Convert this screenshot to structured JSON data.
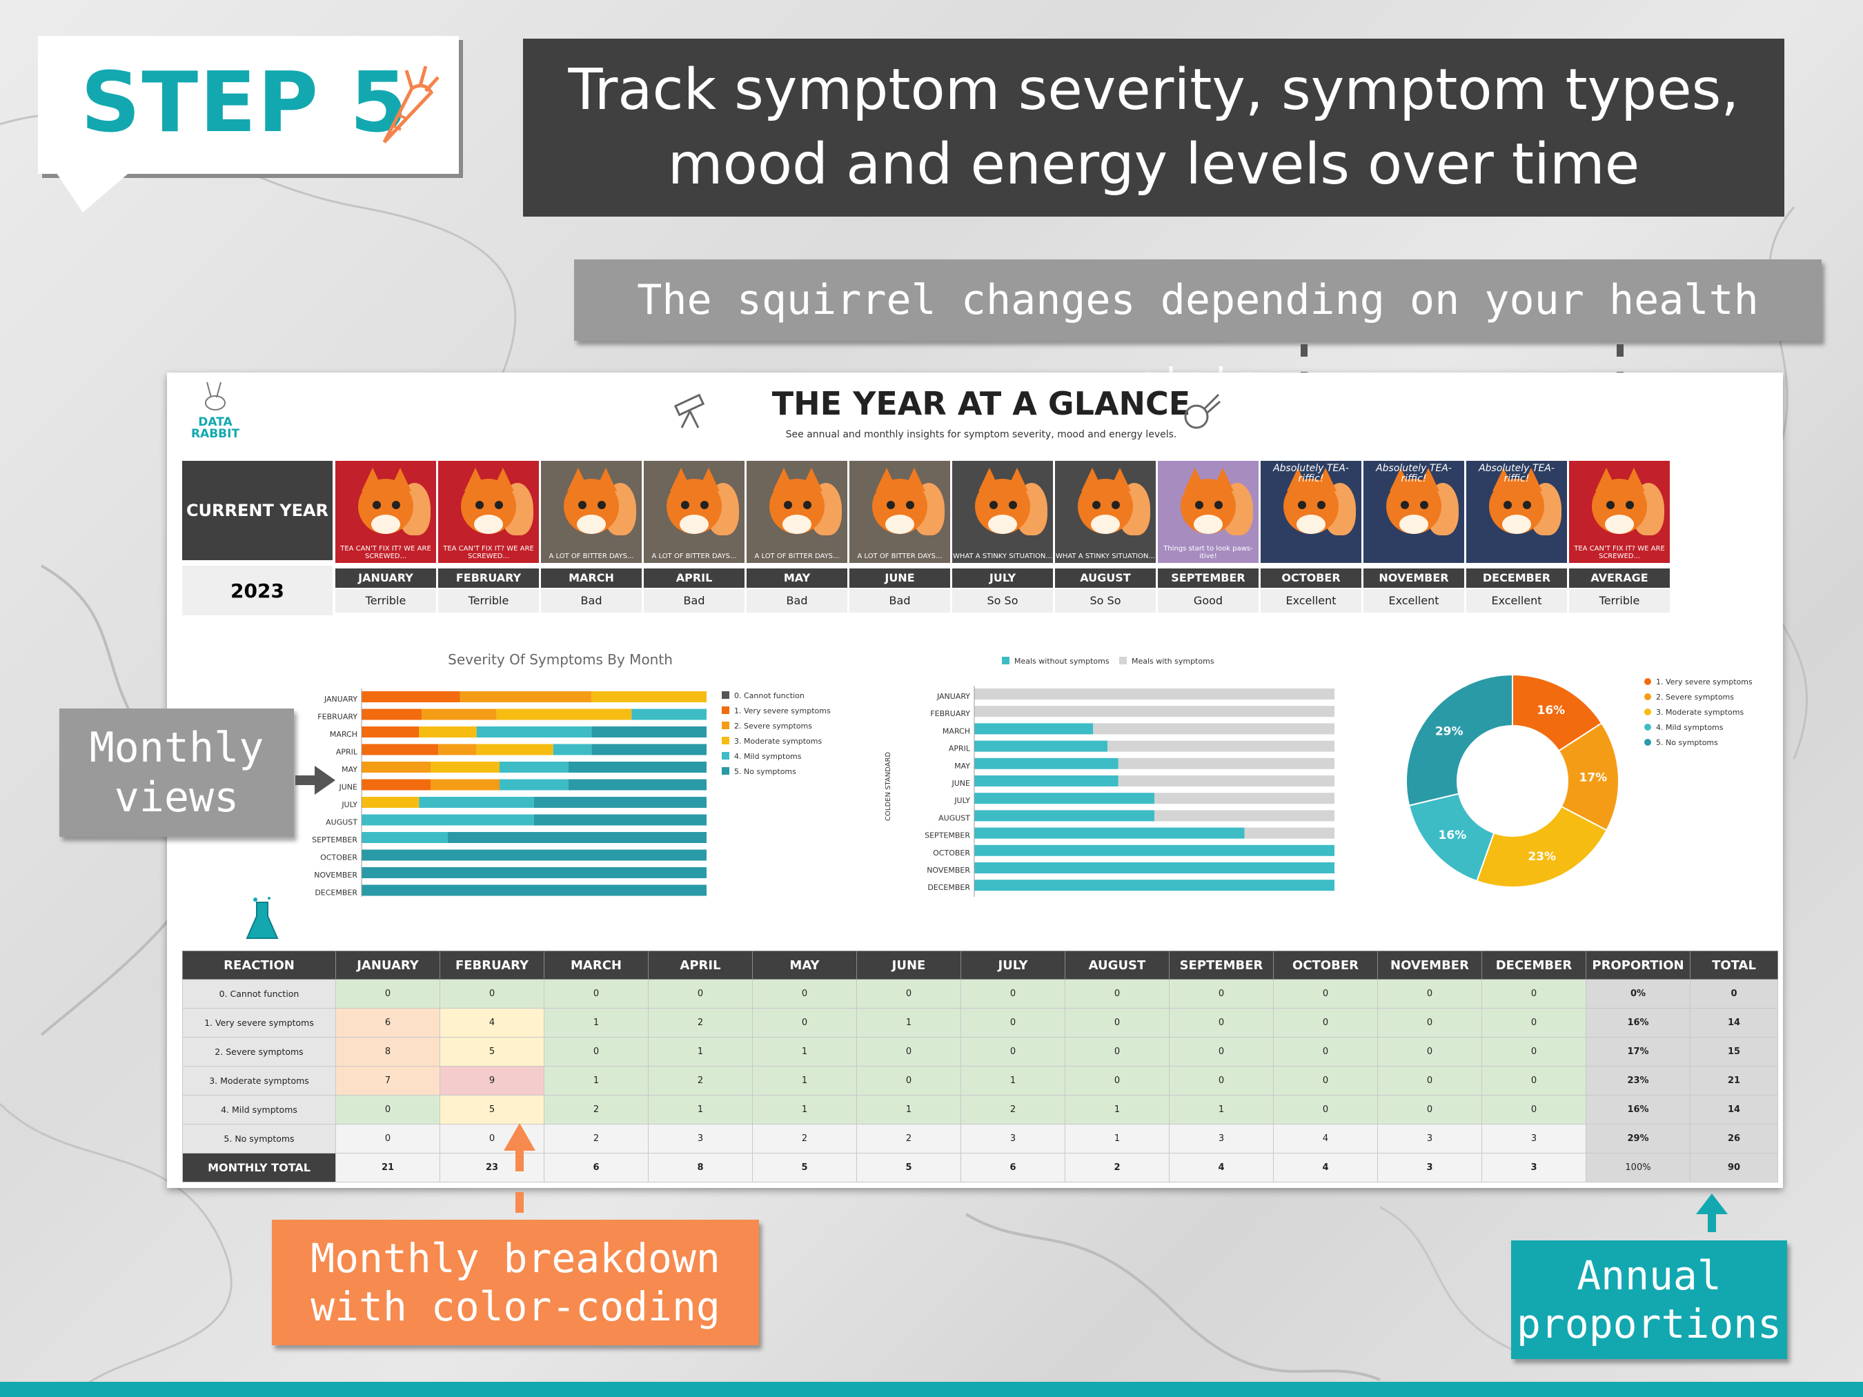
{
  "step": {
    "label": "STEP 5"
  },
  "headline": {
    "line1": "Track symptom severity, symptom types,",
    "line2": "mood and energy levels over time"
  },
  "squirrel_note": "The squirrel changes depending on your health state",
  "dashboard": {
    "logo_text": "DATA RABBIT",
    "title": "THE YEAR AT A GLANCE",
    "subtitle": "See annual and monthly insights for symptom severity, mood and energy levels.",
    "current_year_label": "CURRENT YEAR",
    "year": "2023",
    "months": [
      {
        "name": "JANUARY",
        "rating": "Terrible",
        "caption": "TEA CAN'T FIX IT? WE ARE SCREWED...",
        "top": "",
        "bg": "#c2202a",
        "mood": "terrible"
      },
      {
        "name": "FEBRUARY",
        "rating": "Terrible",
        "caption": "TEA CAN'T FIX IT? WE ARE SCREWED...",
        "top": "",
        "bg": "#c2202a",
        "mood": "terrible"
      },
      {
        "name": "MARCH",
        "rating": "Bad",
        "caption": "A LOT OF BITTER DAYS...",
        "top": "",
        "bg": "#6e655b",
        "mood": "bad"
      },
      {
        "name": "APRIL",
        "rating": "Bad",
        "caption": "A LOT OF BITTER DAYS...",
        "top": "",
        "bg": "#6e655b",
        "mood": "bad"
      },
      {
        "name": "MAY",
        "rating": "Bad",
        "caption": "A LOT OF BITTER DAYS...",
        "top": "",
        "bg": "#6e655b",
        "mood": "bad"
      },
      {
        "name": "JUNE",
        "rating": "Bad",
        "caption": "A LOT OF BITTER DAYS...",
        "top": "",
        "bg": "#6e655b",
        "mood": "bad"
      },
      {
        "name": "JULY",
        "rating": "So So",
        "caption": "WHAT A STINKY SITUATION...",
        "top": "",
        "bg": "#4a4a4a",
        "mood": "soso"
      },
      {
        "name": "AUGUST",
        "rating": "So So",
        "caption": "WHAT A STINKY SITUATION...",
        "top": "",
        "bg": "#4a4a4a",
        "mood": "soso"
      },
      {
        "name": "SEPTEMBER",
        "rating": "Good",
        "caption": "Things start to look paws-itive!",
        "top": "",
        "bg": "#a78cc0",
        "mood": "good"
      },
      {
        "name": "OCTOBER",
        "rating": "Excellent",
        "caption": "",
        "top": "Absolutely TEA-riffic!",
        "bg": "#2d3e62",
        "mood": "excellent"
      },
      {
        "name": "NOVEMBER",
        "rating": "Excellent",
        "caption": "",
        "top": "Absolutely TEA-riffic!",
        "bg": "#2d3e62",
        "mood": "excellent"
      },
      {
        "name": "DECEMBER",
        "rating": "Excellent",
        "caption": "",
        "top": "Absolutely TEA-riffic!",
        "bg": "#2d3e62",
        "mood": "excellent"
      },
      {
        "name": "AVERAGE",
        "rating": "Terrible",
        "caption": "TEA CAN'T FIX IT? WE ARE SCREWED...",
        "top": "",
        "bg": "#c2202a",
        "mood": "terrible"
      }
    ]
  },
  "chart_data": [
    {
      "type": "bar",
      "orientation": "horizontal-stacked-100",
      "title": "Severity Of Symptoms By Month",
      "categories": [
        "JANUARY",
        "FEBRUARY",
        "MARCH",
        "APRIL",
        "MAY",
        "JUNE",
        "JULY",
        "AUGUST",
        "SEPTEMBER",
        "OCTOBER",
        "NOVEMBER",
        "DECEMBER"
      ],
      "series": [
        {
          "name": "0. Cannot function",
          "color": "#555555",
          "values": [
            0,
            0,
            0,
            0,
            0,
            0,
            0,
            0,
            0,
            0,
            0,
            0
          ]
        },
        {
          "name": "1. Very severe symptoms",
          "color": "#f26b0f",
          "values": [
            6,
            4,
            1,
            2,
            0,
            1,
            0,
            0,
            0,
            0,
            0,
            0
          ]
        },
        {
          "name": "2. Severe symptoms",
          "color": "#f59c16",
          "values": [
            8,
            5,
            0,
            1,
            1,
            1,
            0,
            0,
            0,
            0,
            0,
            0
          ]
        },
        {
          "name": "3. Moderate symptoms",
          "color": "#f6bc12",
          "values": [
            7,
            9,
            1,
            2,
            1,
            0,
            1,
            0,
            0,
            0,
            0,
            0
          ]
        },
        {
          "name": "4. Mild symptoms",
          "color": "#3dbcc6",
          "values": [
            0,
            5,
            2,
            1,
            1,
            1,
            2,
            1,
            1,
            0,
            0,
            0
          ]
        },
        {
          "name": "5. No symptoms",
          "color": "#2a9aa6",
          "values": [
            0,
            0,
            2,
            3,
            2,
            2,
            3,
            1,
            3,
            4,
            3,
            3
          ]
        }
      ],
      "xticks": [
        "0%",
        "25%",
        "50%",
        "75%",
        "100%"
      ],
      "legend": "right"
    },
    {
      "type": "bar",
      "orientation": "horizontal-stacked-100",
      "ylabel": "COLDEN STANDARD",
      "categories": [
        "JANUARY",
        "FEBRUARY",
        "MARCH",
        "APRIL",
        "MAY",
        "JUNE",
        "JULY",
        "AUGUST",
        "SEPTEMBER",
        "OCTOBER",
        "NOVEMBER",
        "DECEMBER"
      ],
      "series": [
        {
          "name": "Meals without symptoms",
          "color": "#3dbcc6",
          "values": [
            0,
            0,
            33,
            37,
            40,
            40,
            50,
            50,
            75,
            100,
            100,
            100
          ]
        },
        {
          "name": "Meals with symptoms",
          "color": "#d4d4d4",
          "values": [
            100,
            100,
            67,
            63,
            60,
            60,
            50,
            50,
            25,
            0,
            0,
            0
          ]
        }
      ],
      "xticks": [
        "0%",
        "25%",
        "50%",
        "75%",
        "100%"
      ],
      "legend": "top"
    },
    {
      "type": "pie",
      "donut": true,
      "labels": [
        "1. Very severe symptoms",
        "2. Severe symptoms",
        "3. Moderate symptoms",
        "4. Mild symptoms",
        "5. No symptoms"
      ],
      "values": [
        16,
        17,
        23,
        16,
        29
      ],
      "colors": [
        "#f26b0f",
        "#f59c16",
        "#f6bc12",
        "#3dbcc6",
        "#2a9aa6"
      ],
      "data_labels": [
        "16%",
        "17%",
        "23%",
        "16%",
        "29%"
      ],
      "legend": "right"
    }
  ],
  "table": {
    "headers": [
      "REACTION",
      "JANUARY",
      "FEBRUARY",
      "MARCH",
      "APRIL",
      "MAY",
      "JUNE",
      "JULY",
      "AUGUST",
      "SEPTEMBER",
      "OCTOBER",
      "NOVEMBER",
      "DECEMBER",
      "PROPORTION",
      "TOTAL"
    ],
    "rows": [
      {
        "label": "0. Cannot function",
        "cells": [
          "0",
          "0",
          "0",
          "0",
          "0",
          "0",
          "0",
          "0",
          "0",
          "0",
          "0",
          "0"
        ],
        "proportion": "0%",
        "total": "0",
        "colors": [
          "#d9ead3",
          "#d9ead3",
          "#d9ead3",
          "#d9ead3",
          "#d9ead3",
          "#d9ead3",
          "#d9ead3",
          "#d9ead3",
          "#d9ead3",
          "#d9ead3",
          "#d9ead3",
          "#d9ead3"
        ]
      },
      {
        "label": "1. Very severe symptoms",
        "cells": [
          "6",
          "4",
          "1",
          "2",
          "0",
          "1",
          "0",
          "0",
          "0",
          "0",
          "0",
          "0"
        ],
        "proportion": "16%",
        "total": "14",
        "colors": [
          "#fce1c8",
          "#fff2cc",
          "#d9ead3",
          "#d9ead3",
          "#d9ead3",
          "#d9ead3",
          "#d9ead3",
          "#d9ead3",
          "#d9ead3",
          "#d9ead3",
          "#d9ead3",
          "#d9ead3"
        ]
      },
      {
        "label": "2. Severe symptoms",
        "cells": [
          "8",
          "5",
          "0",
          "1",
          "1",
          "0",
          "0",
          "0",
          "0",
          "0",
          "0",
          "0"
        ],
        "proportion": "17%",
        "total": "15",
        "colors": [
          "#fce1c8",
          "#fff2cc",
          "#d9ead3",
          "#d9ead3",
          "#d9ead3",
          "#d9ead3",
          "#d9ead3",
          "#d9ead3",
          "#d9ead3",
          "#d9ead3",
          "#d9ead3",
          "#d9ead3"
        ]
      },
      {
        "label": "3. Moderate symptoms",
        "cells": [
          "7",
          "9",
          "1",
          "2",
          "1",
          "0",
          "1",
          "0",
          "0",
          "0",
          "0",
          "0"
        ],
        "proportion": "23%",
        "total": "21",
        "colors": [
          "#fce1c8",
          "#f4cccc",
          "#d9ead3",
          "#d9ead3",
          "#d9ead3",
          "#d9ead3",
          "#d9ead3",
          "#d9ead3",
          "#d9ead3",
          "#d9ead3",
          "#d9ead3",
          "#d9ead3"
        ]
      },
      {
        "label": "4. Mild symptoms",
        "cells": [
          "0",
          "5",
          "2",
          "1",
          "1",
          "1",
          "2",
          "1",
          "1",
          "0",
          "0",
          "0"
        ],
        "proportion": "16%",
        "total": "14",
        "colors": [
          "#d9ead3",
          "#fff2cc",
          "#d9ead3",
          "#d9ead3",
          "#d9ead3",
          "#d9ead3",
          "#d9ead3",
          "#d9ead3",
          "#d9ead3",
          "#d9ead3",
          "#d9ead3",
          "#d9ead3"
        ]
      },
      {
        "label": "5. No symptoms",
        "cells": [
          "0",
          "0",
          "2",
          "3",
          "2",
          "2",
          "3",
          "1",
          "3",
          "4",
          "3",
          "3"
        ],
        "proportion": "29%",
        "total": "26",
        "colors": [
          "#f3f3f3",
          "#f3f3f3",
          "#f3f3f3",
          "#f3f3f3",
          "#f3f3f3",
          "#f3f3f3",
          "#f3f3f3",
          "#f3f3f3",
          "#f3f3f3",
          "#f3f3f3",
          "#f3f3f3",
          "#f3f3f3"
        ]
      }
    ],
    "total_row": {
      "label": "MONTHLY TOTAL",
      "cells": [
        "21",
        "23",
        "6",
        "8",
        "5",
        "5",
        "6",
        "2",
        "4",
        "4",
        "3",
        "3"
      ],
      "proportion": "100%",
      "total": "90"
    }
  },
  "callouts": {
    "monthly_views": {
      "line1": "Monthly",
      "line2": "views"
    },
    "monthly_breakdown": {
      "line1": "Monthly breakdown",
      "line2": "with color-coding"
    },
    "annual_proportions": {
      "line1": "Annual",
      "line2": "proportions"
    }
  },
  "colors": {
    "teal": "#13a8b0",
    "orange": "#f78a4e",
    "dark": "#404040",
    "gray_banner": "#9a9a9a"
  }
}
